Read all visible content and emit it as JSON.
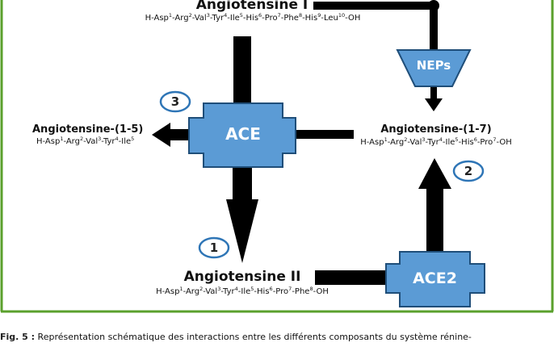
{
  "nodes": {
    "angiotensine_1": {
      "title": "Angiotensine I",
      "sequence": [
        {
          "t": "H-Asp"
        },
        {
          "s": "1"
        },
        {
          "t": "-Arg"
        },
        {
          "s": "2"
        },
        {
          "t": "-Val"
        },
        {
          "s": "3"
        },
        {
          "t": "-Tyr"
        },
        {
          "s": "4"
        },
        {
          "t": "-Ile"
        },
        {
          "s": "5"
        },
        {
          "t": "-His"
        },
        {
          "s": "6"
        },
        {
          "t": "-Pro"
        },
        {
          "s": "7"
        },
        {
          "t": "-Phe"
        },
        {
          "s": "8"
        },
        {
          "t": "-His"
        },
        {
          "s": "9"
        },
        {
          "t": "-Leu"
        },
        {
          "s": "10"
        },
        {
          "t": "-OH"
        }
      ]
    },
    "angiotensine_1_5": {
      "title": "Angiotensine-(1-5)",
      "sequence": [
        {
          "t": "H-Asp"
        },
        {
          "s": "1"
        },
        {
          "t": "-Arg"
        },
        {
          "s": "2"
        },
        {
          "t": "-Val"
        },
        {
          "s": "3"
        },
        {
          "t": "-Tyr"
        },
        {
          "s": "4"
        },
        {
          "t": "-Ile"
        },
        {
          "s": "5"
        }
      ]
    },
    "angiotensine_1_7": {
      "title": "Angiotensine-(1-7)",
      "sequence": [
        {
          "t": "H-Asp"
        },
        {
          "s": "1"
        },
        {
          "t": "-Arg"
        },
        {
          "s": "2"
        },
        {
          "t": "-Val"
        },
        {
          "s": "3"
        },
        {
          "t": "-Tyr"
        },
        {
          "s": "4"
        },
        {
          "t": "-Ile"
        },
        {
          "s": "5"
        },
        {
          "t": "-His"
        },
        {
          "s": "6"
        },
        {
          "t": "-Pro"
        },
        {
          "s": "7"
        },
        {
          "t": "-OH"
        }
      ]
    },
    "angiotensine_2": {
      "title": "Angiotensine II",
      "sequence": [
        {
          "t": "H-Asp"
        },
        {
          "s": "1"
        },
        {
          "t": "-Arg"
        },
        {
          "s": "2"
        },
        {
          "t": "-Val"
        },
        {
          "s": "3"
        },
        {
          "t": "-Tyr"
        },
        {
          "s": "4"
        },
        {
          "t": "-Ile"
        },
        {
          "s": "5"
        },
        {
          "t": "-His"
        },
        {
          "s": "6"
        },
        {
          "t": "-Pro"
        },
        {
          "s": "7"
        },
        {
          "t": "-Phe"
        },
        {
          "s": "8"
        },
        {
          "t": "-OH"
        }
      ]
    }
  },
  "enzymes": {
    "ace": "ACE",
    "ace2": "ACE2",
    "neps": "NEPs"
  },
  "pathway_numbers": {
    "n1": "1",
    "n2": "2",
    "n3": "3"
  },
  "caption": {
    "label": "Fig. 5 :",
    "text": " Représentation schématique des interactions entre les différents composants du système rénine-"
  },
  "colors": {
    "frame": "#5aa02c",
    "shape_fill": "#5b9bd5",
    "shape_stroke": "#1f4e79",
    "circle_stroke": "#2e75b6",
    "arrow": "#000000"
  }
}
